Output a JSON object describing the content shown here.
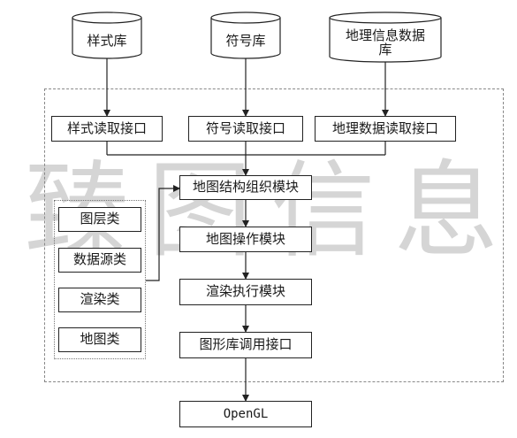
{
  "databases": {
    "style_db": "样式库",
    "symbol_db": "符号库",
    "geo_db": "地理信息数据库"
  },
  "interfaces": {
    "style_read": "样式读取接口",
    "symbol_read": "符号读取接口",
    "geo_read": "地理数据读取接口"
  },
  "modules": {
    "map_structure": "地图结构组织模块",
    "map_operation": "地图操作模块",
    "render_exec": "渲染执行模块",
    "graphics_api": "图形库调用接口"
  },
  "classes": {
    "layer": "图层类",
    "datasource": "数据源类",
    "render": "渲染类",
    "map": "地图类"
  },
  "output": {
    "opengl": "OpenGL"
  },
  "watermark": {
    "c1": "臻",
    "c2": "图",
    "c3": "信",
    "c4": "息"
  },
  "colors": {
    "line": "#222222",
    "watermark": "#c8c8c8",
    "dashed_border": "#888888"
  }
}
